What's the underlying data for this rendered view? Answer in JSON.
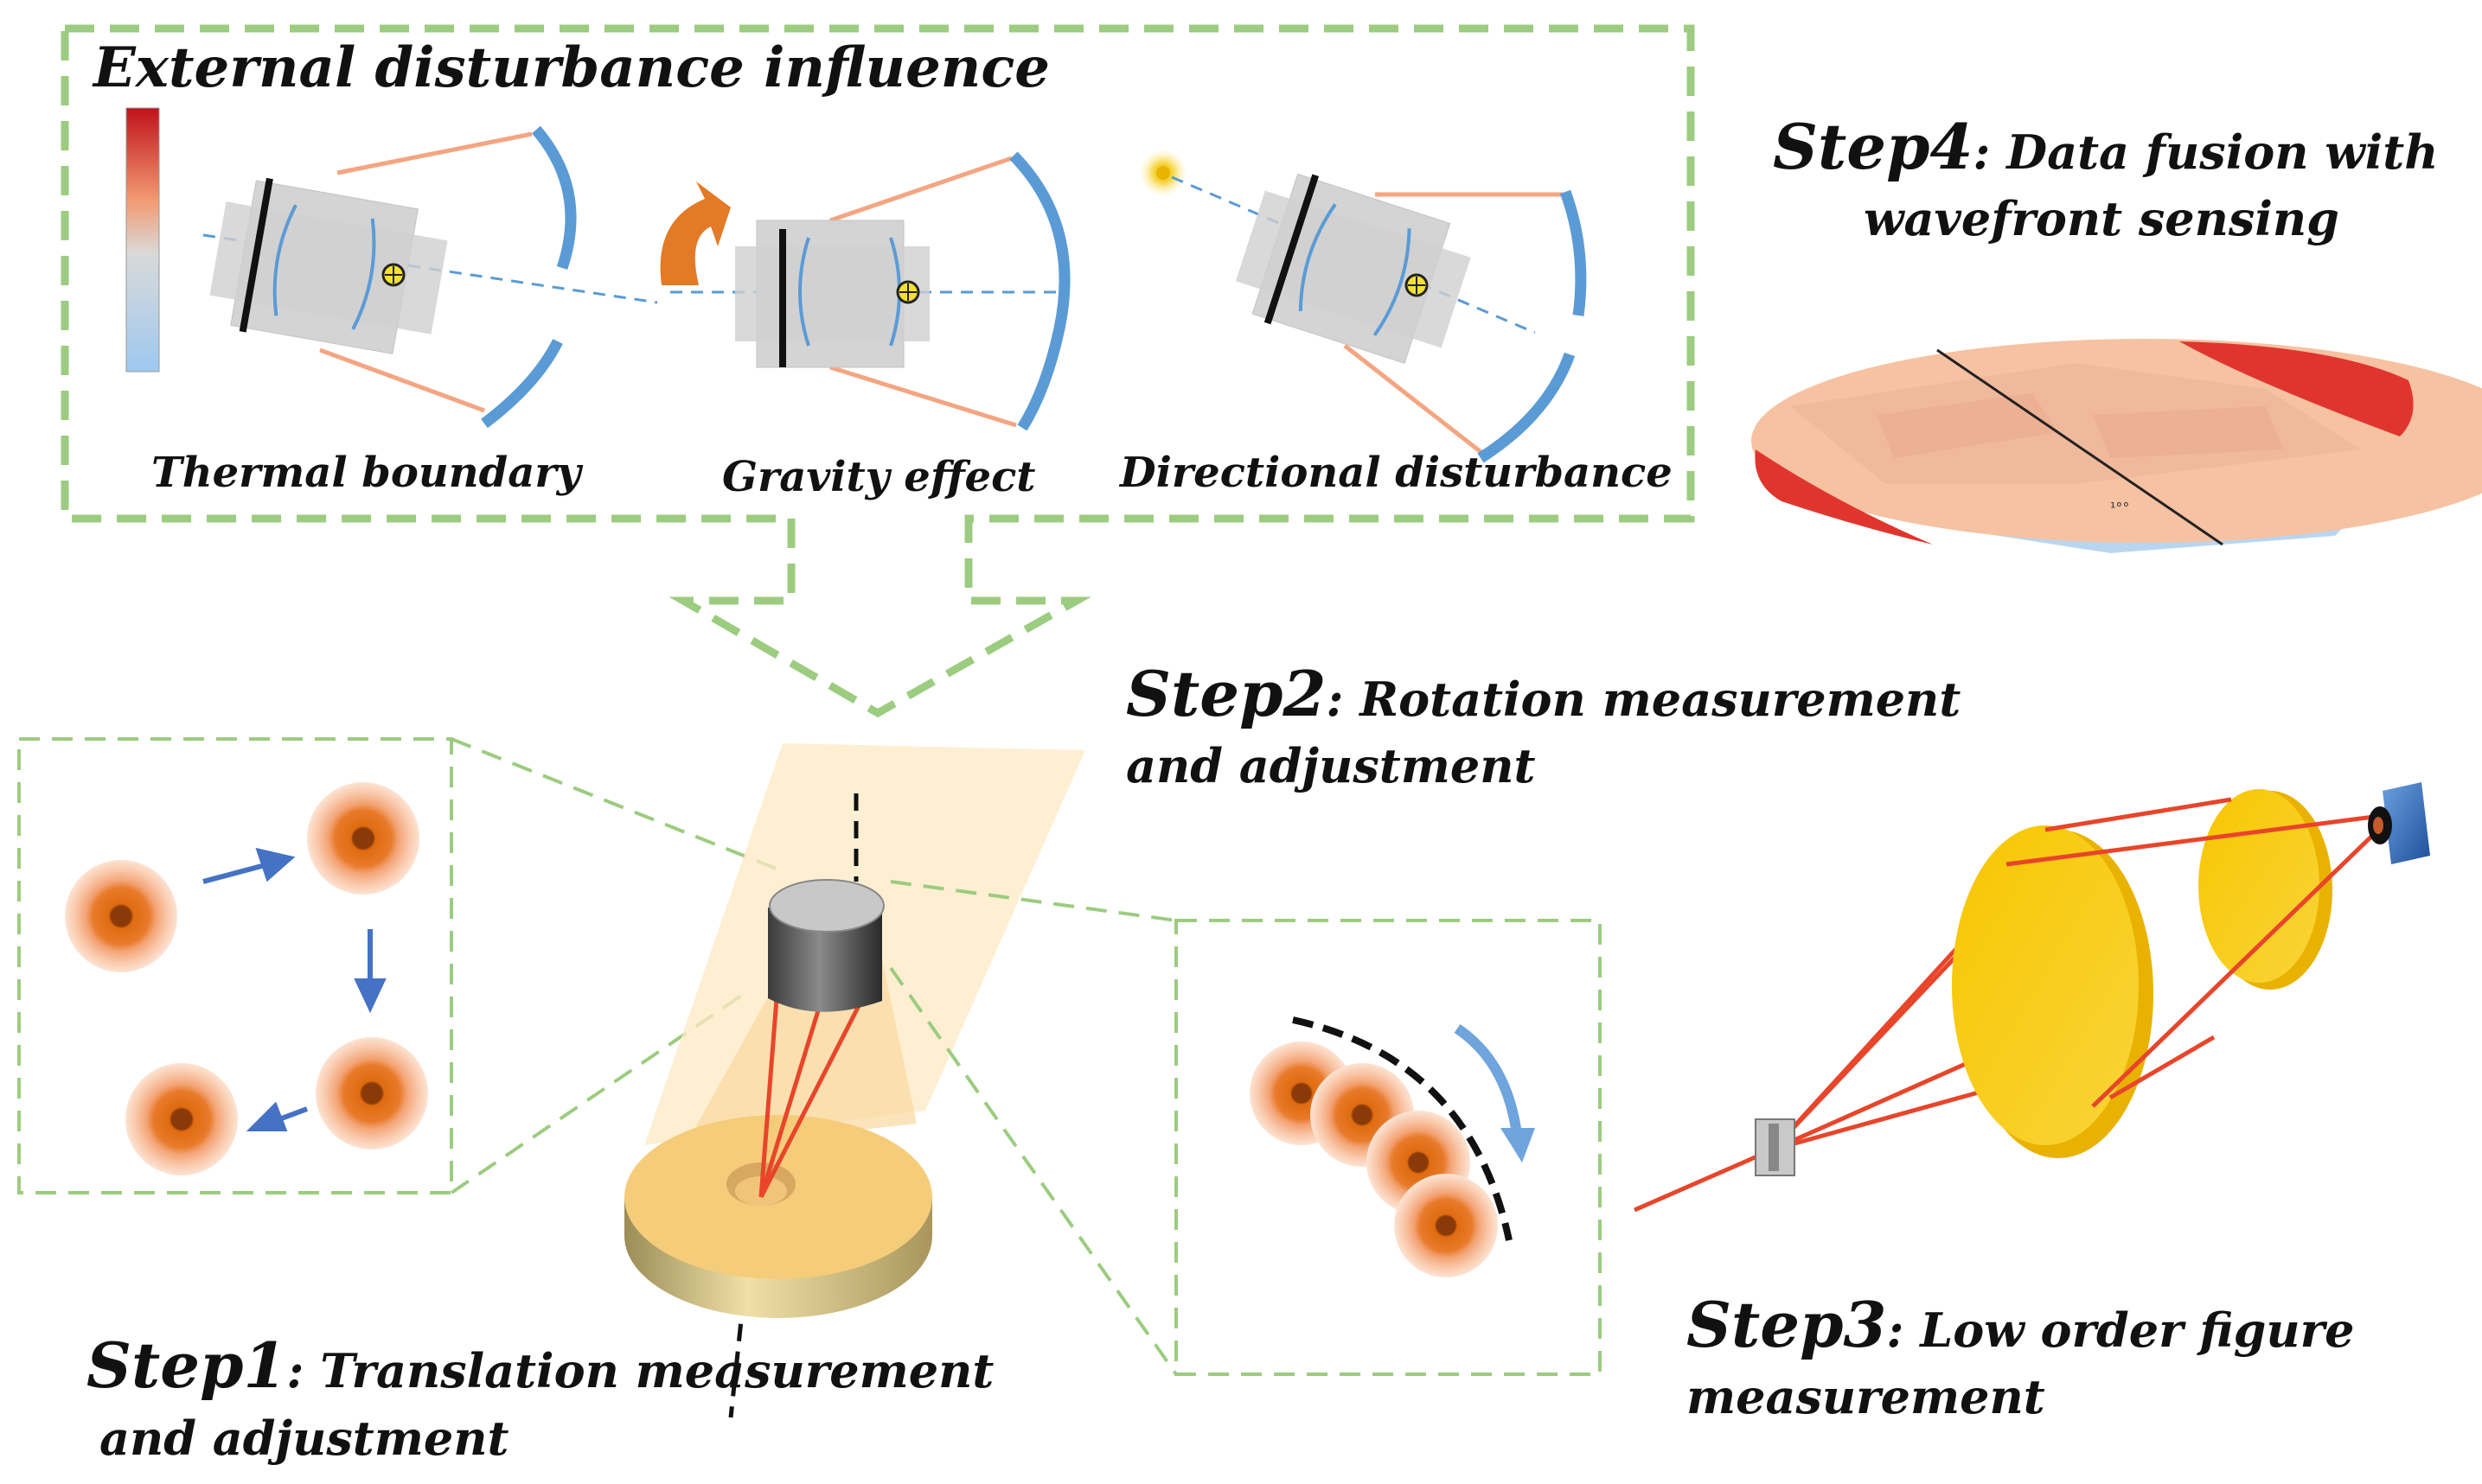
{
  "external": {
    "title": "External disturbance influence",
    "thermal_label": "Thermal boundary",
    "gravity_label": "Gravity effect",
    "directional_label": "Directional disturbance"
  },
  "step4": {
    "name": "Step4",
    "text_line1": ": Data fusion with",
    "text_line2": "wavefront sensing",
    "small_mark": "¹°°"
  },
  "step2": {
    "name": "Step2",
    "text_line1": ": Rotation measurement",
    "text_line2": "and adjustment"
  },
  "step1": {
    "name": "Step1",
    "text_line1": ": Translation measurement",
    "text_line2": "and adjustment"
  },
  "step3": {
    "name": "Step3",
    "text_line1": ": Low order figure",
    "text_line2": "measurement"
  },
  "colors": {
    "dash_green": "#9ccc7f",
    "mirror_blue": "#5b9bd5",
    "beam_orange": "#f4a582",
    "spot_orange": "#e06b10",
    "yellow": "#f5c518",
    "red_laser": "#e8452a"
  }
}
